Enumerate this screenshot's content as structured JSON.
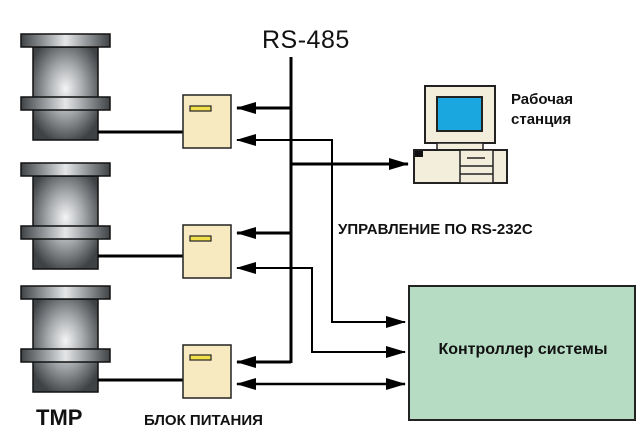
{
  "diagram": {
    "bus_label": "RS-485",
    "workstation_label_line1": "Рабочая",
    "workstation_label_line2": "станция",
    "rs232_label": "УПРАВЛЕНИЕ ПО RS-232C",
    "controller_label": "Контроллер системы",
    "pump_label": "TMP",
    "psu_label": "БЛОК ПИТАНИЯ",
    "pumps": [
      {
        "id": "tmp-1"
      },
      {
        "id": "tmp-2"
      },
      {
        "id": "tmp-3"
      }
    ],
    "power_supplies": [
      {
        "id": "psu-1"
      },
      {
        "id": "psu-2"
      },
      {
        "id": "psu-3"
      }
    ],
    "colors": {
      "psu_fill": "#f7e9c0",
      "psu_indicator": "#f2e04a",
      "controller_fill": "#b7dcc4",
      "screen": "#1aa7df",
      "pc_body": "#f3eedb",
      "pump_metal": "#8a8d90",
      "line": "#000000"
    }
  }
}
